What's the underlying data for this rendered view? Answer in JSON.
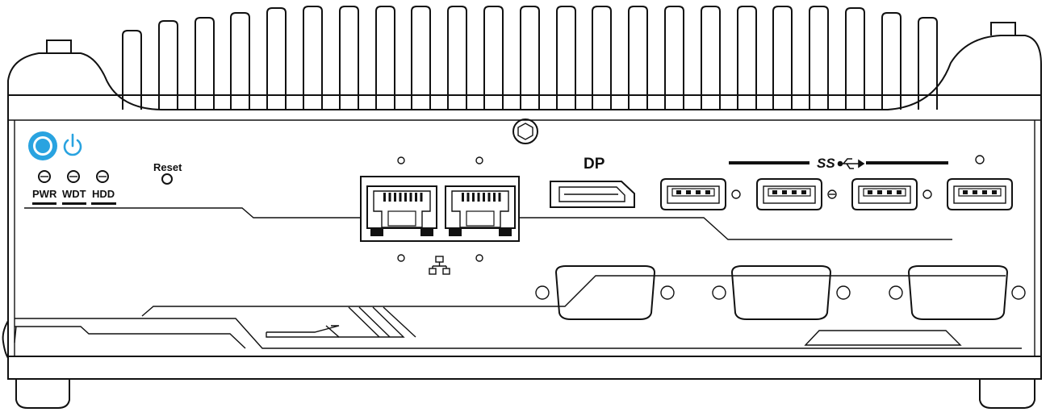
{
  "device": {
    "leds": {
      "pwr": "PWR",
      "wdt": "WDT",
      "hdd": "HDD"
    },
    "reset_label": "Reset",
    "dp_label": "DP",
    "usb_label": "SS",
    "power_button_color": "#29a3e0",
    "line_color": "#111111",
    "icons": {
      "power": "power-icon",
      "usb": "usb-icon",
      "lan": "network-icon"
    }
  }
}
